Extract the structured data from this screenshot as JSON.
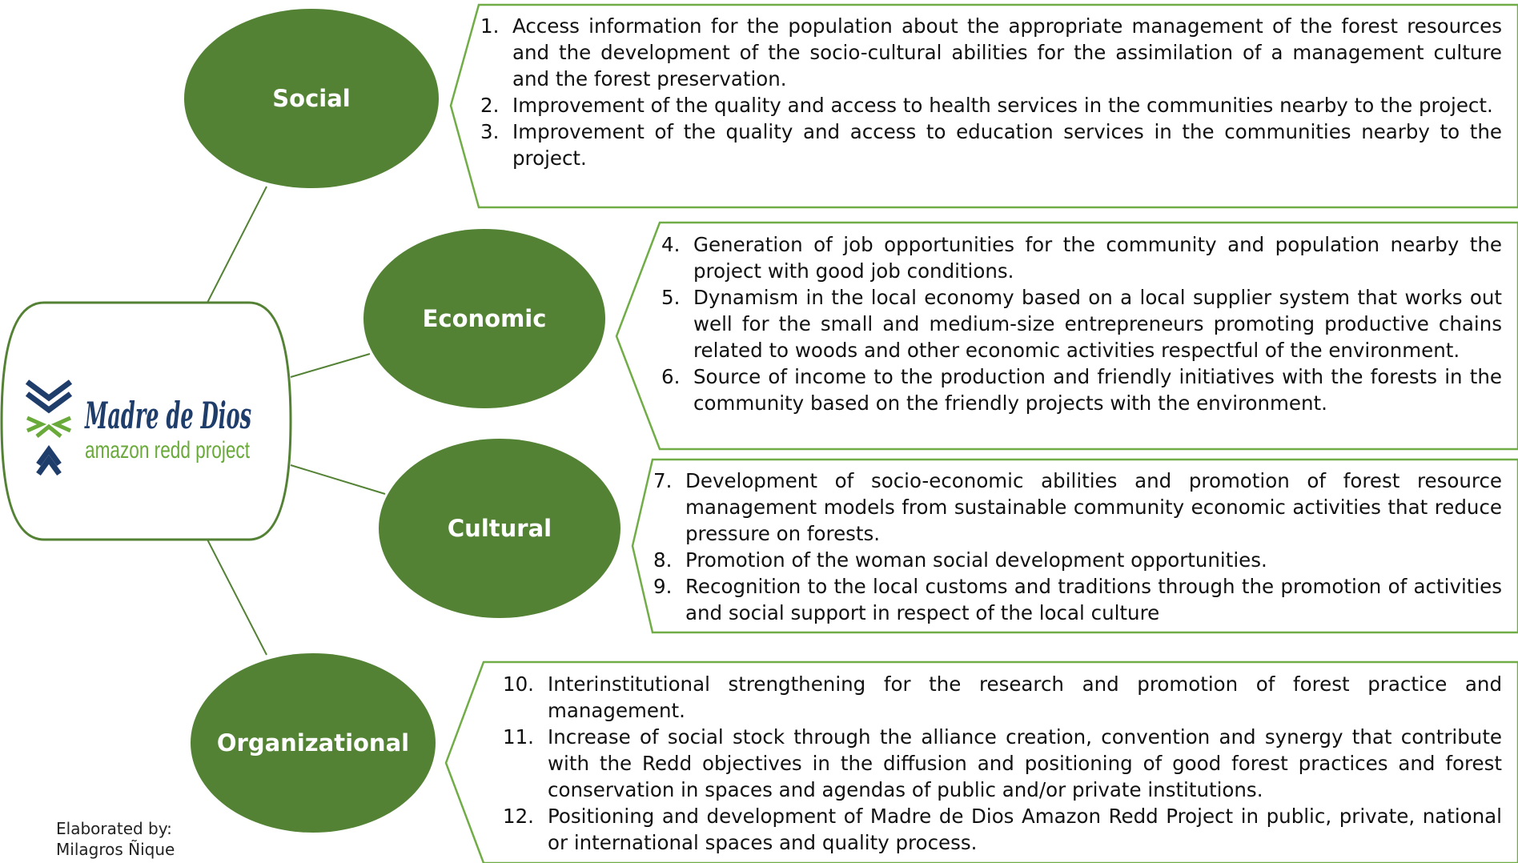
{
  "logo": {
    "title": "Madre de Dios",
    "subtitle": "amazon redd project"
  },
  "colors": {
    "ellipse_fill": "#548235",
    "line": "#548235",
    "box_border": "#70ad47",
    "logo_navy": "#1f3d6b",
    "logo_green": "#6aaa3a"
  },
  "categories": [
    {
      "name": "Social",
      "items": [
        {
          "n": "1.",
          "text": "Access information for the population about the appropriate management of the forest resources and the development of the socio-cultural abilities for the assimilation of a management culture and the forest preservation."
        },
        {
          "n": "2.",
          "text": "Improvement of the quality and access to health services in the communities nearby to the project."
        },
        {
          "n": "3.",
          "text": "Improvement of the quality and access to education services in the communities nearby to the project."
        }
      ]
    },
    {
      "name": "Economic",
      "items": [
        {
          "n": "4.",
          "text": "Generation of job opportunities for the community and population nearby the project with good job conditions."
        },
        {
          "n": "5.",
          "text": "Dynamism in the local economy based on a local supplier system that works out well for the small and medium-size entrepreneurs promoting productive chains related to woods and other economic activities respectful of the environment."
        },
        {
          "n": "6.",
          "text": "Source of income to the production and friendly initiatives with the forests in the community based on the friendly projects with the environment."
        }
      ]
    },
    {
      "name": "Cultural",
      "items": [
        {
          "n": "7.",
          "text": "Development of socio-economic abilities and promotion of forest resource management models from sustainable community economic activities that reduce pressure on forests."
        },
        {
          "n": "8.",
          "text": "Promotion of the woman social development opportunities."
        },
        {
          "n": "9.",
          "text": "Recognition to the local customs and traditions through the promotion of activities and social support in respect of the local culture"
        }
      ]
    },
    {
      "name": "Organizational",
      "items": [
        {
          "n": "10.",
          "text": "Interinstitutional strengthening for the research and promotion of forest practice and management."
        },
        {
          "n": "11.",
          "text": "Increase of social stock through the alliance creation, convention and synergy that contribute with the Redd objectives in the diffusion and positioning of good forest practices and forest conservation in spaces and agendas of public and/or private institutions."
        },
        {
          "n": "12.",
          "text": "Positioning and development of Madre de Dios Amazon Redd Project in public, private, national or international spaces and quality process."
        }
      ]
    }
  ],
  "credit": {
    "line1": "Elaborated by:",
    "line2": "Milagros Ñique"
  }
}
